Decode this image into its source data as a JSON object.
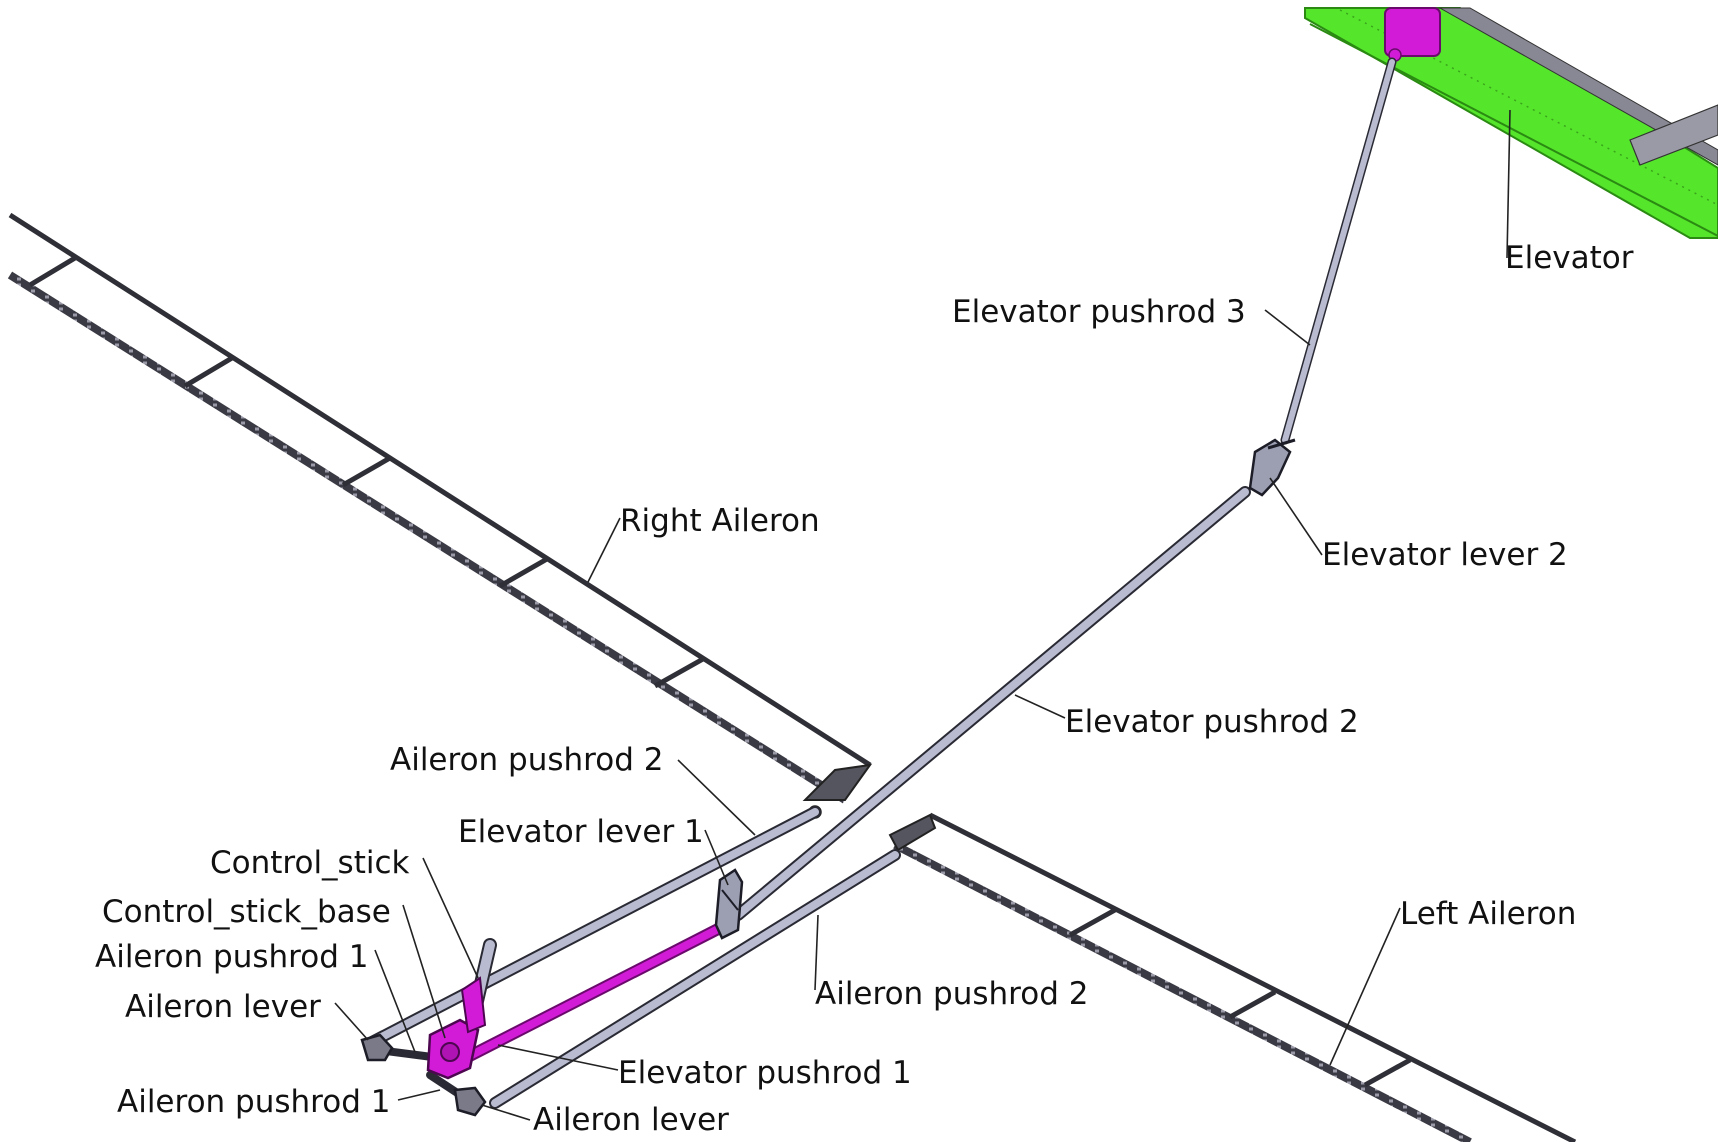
{
  "colors": {
    "background": "#ffffff",
    "rod": "#b9bcd0",
    "rod_edge": "#2a2a35",
    "rail": "#2f2f37",
    "rail_light": "#8a8a96",
    "magenta": "#d21bd6",
    "green": "#55e62c",
    "green_dark": "#2a8a12",
    "label": "#111111"
  },
  "labels": {
    "elevator": "Elevator",
    "elevator_pushrod_3": "Elevator pushrod 3",
    "right_aileron": "Right Aileron",
    "elevator_lever_2": "Elevator lever 2",
    "elevator_pushrod_2": "Elevator pushrod 2",
    "aileron_pushrod_2_upper": "Aileron pushrod 2",
    "elevator_lever_1": "Elevator lever 1",
    "control_stick": "Control_stick",
    "control_stick_base": "Control_stick_base",
    "left_aileron": "Left Aileron",
    "aileron_pushrod_1_upper": "Aileron pushrod 1",
    "aileron_lever_left": "Aileron lever",
    "aileron_pushrod_2_lower": "Aileron pushrod 2",
    "elevator_pushrod_1": "Elevator pushrod 1",
    "aileron_pushrod_1_lower": "Aileron pushrod 1",
    "aileron_lever_bottom": "Aileron lever"
  }
}
